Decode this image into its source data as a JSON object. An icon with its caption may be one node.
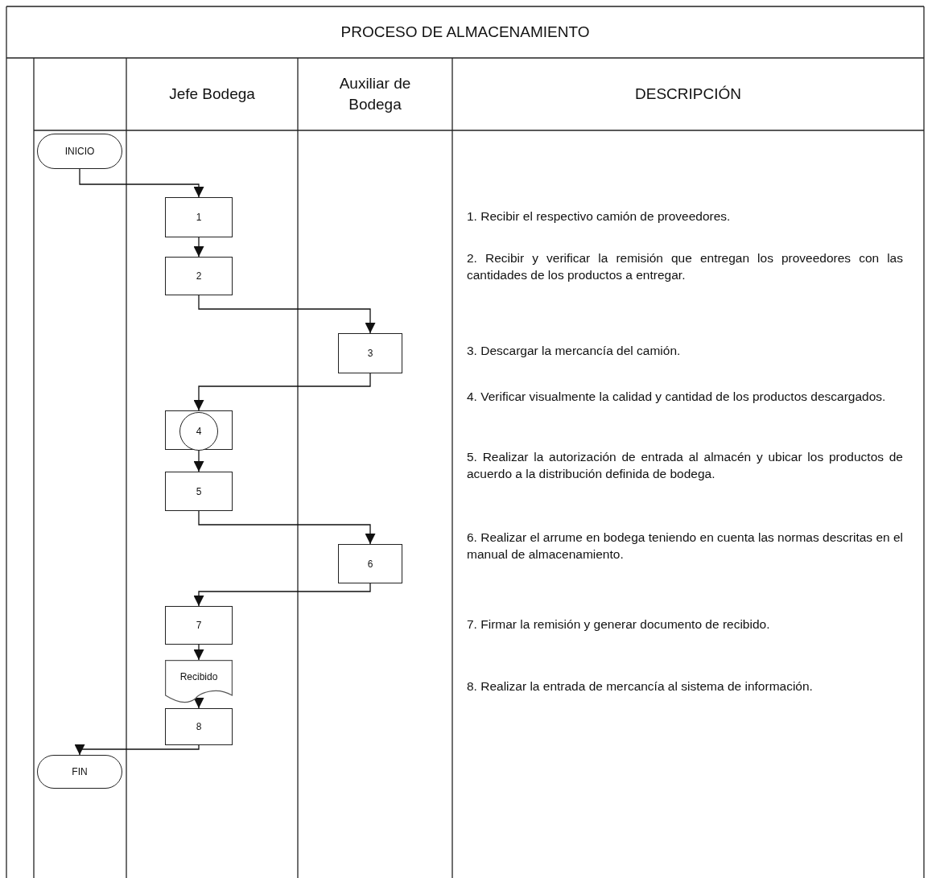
{
  "diagram": {
    "title": "PROCESO DE ALMACENAMIENTO",
    "nodes": [
      {
        "text": [
          "INICIO"
        ]
      },
      {
        "text": [
          "1"
        ]
      },
      {
        "text": [
          "2"
        ]
      },
      {
        "text": [
          "3"
        ]
      },
      {
        "text": [],
        "shape": "box"
      },
      {
        "text": [
          "4"
        ],
        "in": 4
      },
      {
        "text": [
          "5"
        ]
      },
      {
        "text": [
          "6"
        ]
      },
      {
        "text": [
          "7"
        ]
      },
      {
        "text": [
          "Recibido"
        ]
      },
      {
        "text": [
          "8"
        ]
      },
      {
        "text": [
          "FIN"
        ]
      }
    ],
    "edges": [
      {
        "from": 0,
        "to": 1,
        "arrow": "to"
      },
      {
        "from": 1,
        "to": 2,
        "arrow": "to"
      },
      {
        "from": 2,
        "to": 3,
        "arrow": "to"
      },
      {
        "from": 3,
        "to": 4,
        "arrow": "to"
      },
      {
        "from": 4,
        "to": 6,
        "arrow": "to"
      },
      {
        "from": 6,
        "to": 7,
        "arrow": "to"
      },
      {
        "from": 7,
        "to": 8,
        "arrow": "to"
      },
      {
        "from": 8,
        "to": 9,
        "arrow": "to"
      },
      {
        "from": 9,
        "to": 10,
        "arrow": "to"
      },
      {
        "from": 10,
        "to": 11,
        "arrow": "to"
      }
    ],
    "labels": [
      "Jefe Bodega",
      "Auxiliar de Bodega",
      "DESCRIPCIÓN",
      "1. Recibir el respectivo camión de proveedores.",
      "2. Recibir y verificar la remisión que entregan los proveedores con las cantidades de los productos a entregar.",
      "3. Descargar la mercancía del camión.",
      "4. Verificar visualmente la calidad y cantidad de los productos descargados.",
      "5. Realizar la autorización de entrada al almacén y ubicar los productos de acuerdo a la distribución definida de bodega.",
      "6. Realizar el arrume en bodega teniendo en cuenta las normas descritas en el manual de almacenamiento.",
      "7. Firmar la remisión y generar documento de recibido.",
      "8. Realizar la entrada de mercancía al sistema de información."
    ]
  }
}
